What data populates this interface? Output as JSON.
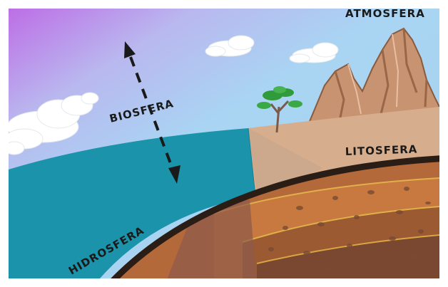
{
  "labels": {
    "atmosphere": "ATMOSFERA",
    "biosphere": "BIOSFERA",
    "lithosphere": "LITOSFERA",
    "hydrosphere": "HIDROSFERA"
  },
  "colors": {
    "sky": "#a7d4f2",
    "sky_corner": "#c774ee",
    "ocean": "#1b93aa",
    "crust_line": "#2a1d16",
    "ground": "#d8b091",
    "soil": "#b66c38",
    "soil_dark": "#7c4a2e",
    "rock": "#c99576",
    "tree": "#2f9b3a"
  }
}
